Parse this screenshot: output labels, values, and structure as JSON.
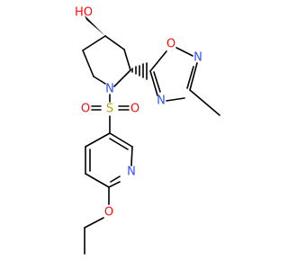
{
  "colors": {
    "bond": "#000000",
    "oxygen": "#ff0d0d",
    "nitrogen": "#3050f8",
    "sulfur": "#b2a21d",
    "carbon": "#000000",
    "background": "#ffffff"
  },
  "atoms": {
    "hydroxyl": "HO",
    "pyrrolidine_n": "N",
    "sulfur": "S",
    "sulfonyl_o_left": "O",
    "sulfonyl_o_right": "O",
    "oxadiazole_o": "O",
    "oxadiazole_n_top": "N",
    "oxadiazole_n_bottom": "N",
    "pyridine_n": "N",
    "ether_o": "O"
  }
}
